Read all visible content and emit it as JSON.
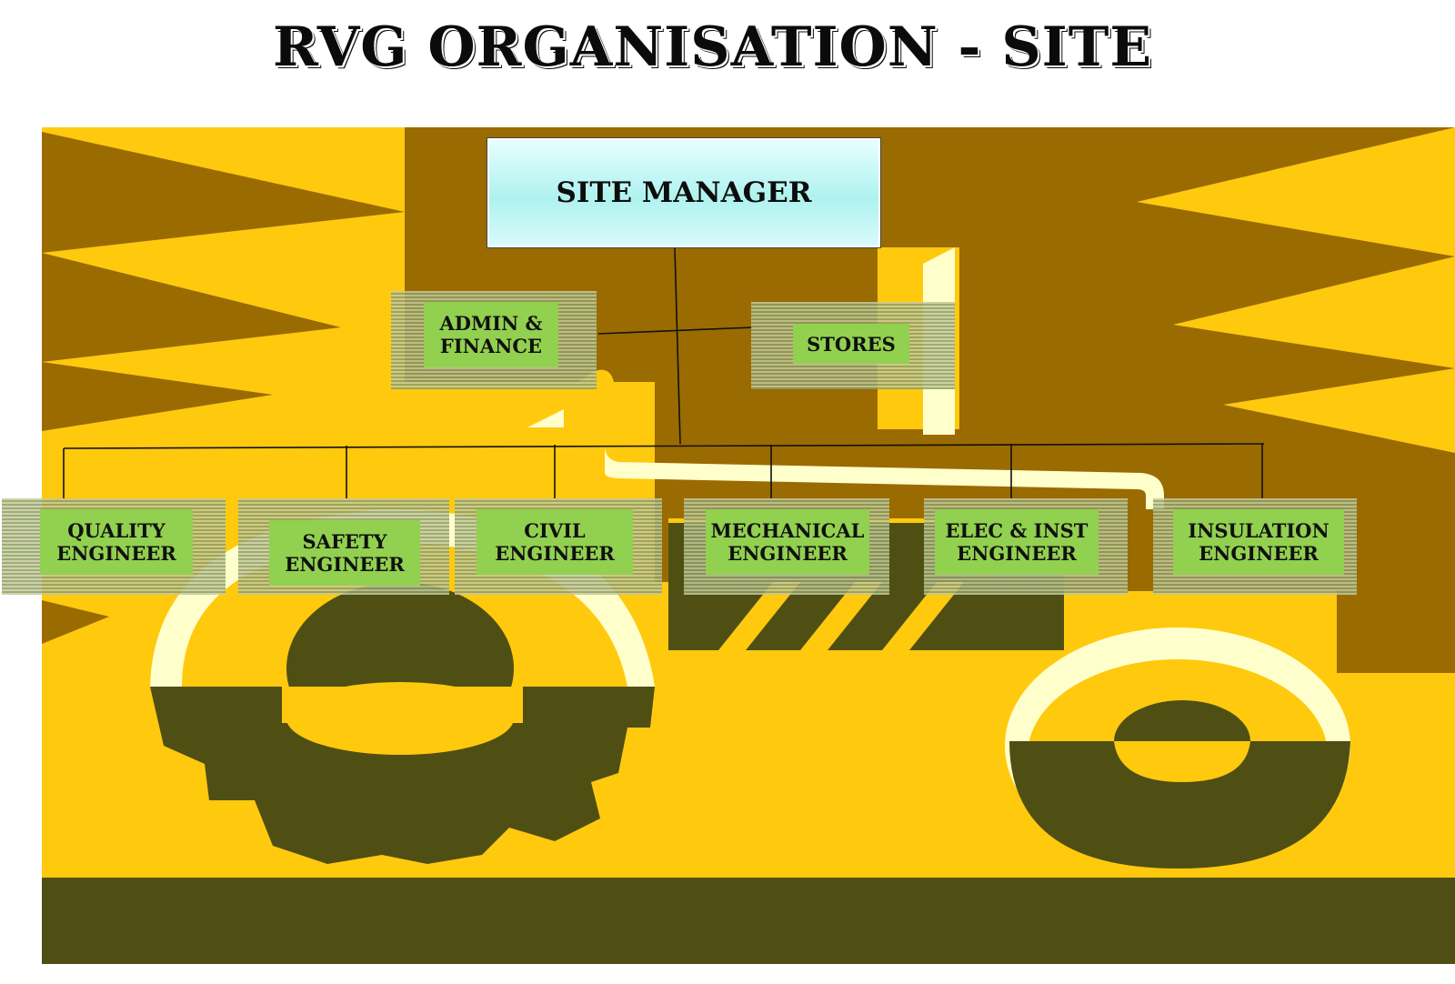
{
  "title": "RVG ORGANISATION - SITE",
  "colors": {
    "yellow": "#ffc90e",
    "brown": "#9a6b00",
    "olive": "#4f4f14",
    "cream": "#ffffcc",
    "box_green": "#92d050",
    "manager_cyan": "#aff2ef"
  },
  "org": {
    "manager": "SITE MANAGER",
    "staff": [
      {
        "label": "ADMIN &\nFINANCE"
      },
      {
        "label": "STORES"
      }
    ],
    "engineers": [
      {
        "label": "QUALITY\nENGINEER"
      },
      {
        "label": "SAFETY\nENGINEER"
      },
      {
        "label": "CIVIL\nENGINEER"
      },
      {
        "label": "MECHANICAL\nENGINEER"
      },
      {
        "label": "ELEC & INST\nENGINEER"
      },
      {
        "label": "INSULATION\nENGINEER"
      }
    ]
  }
}
